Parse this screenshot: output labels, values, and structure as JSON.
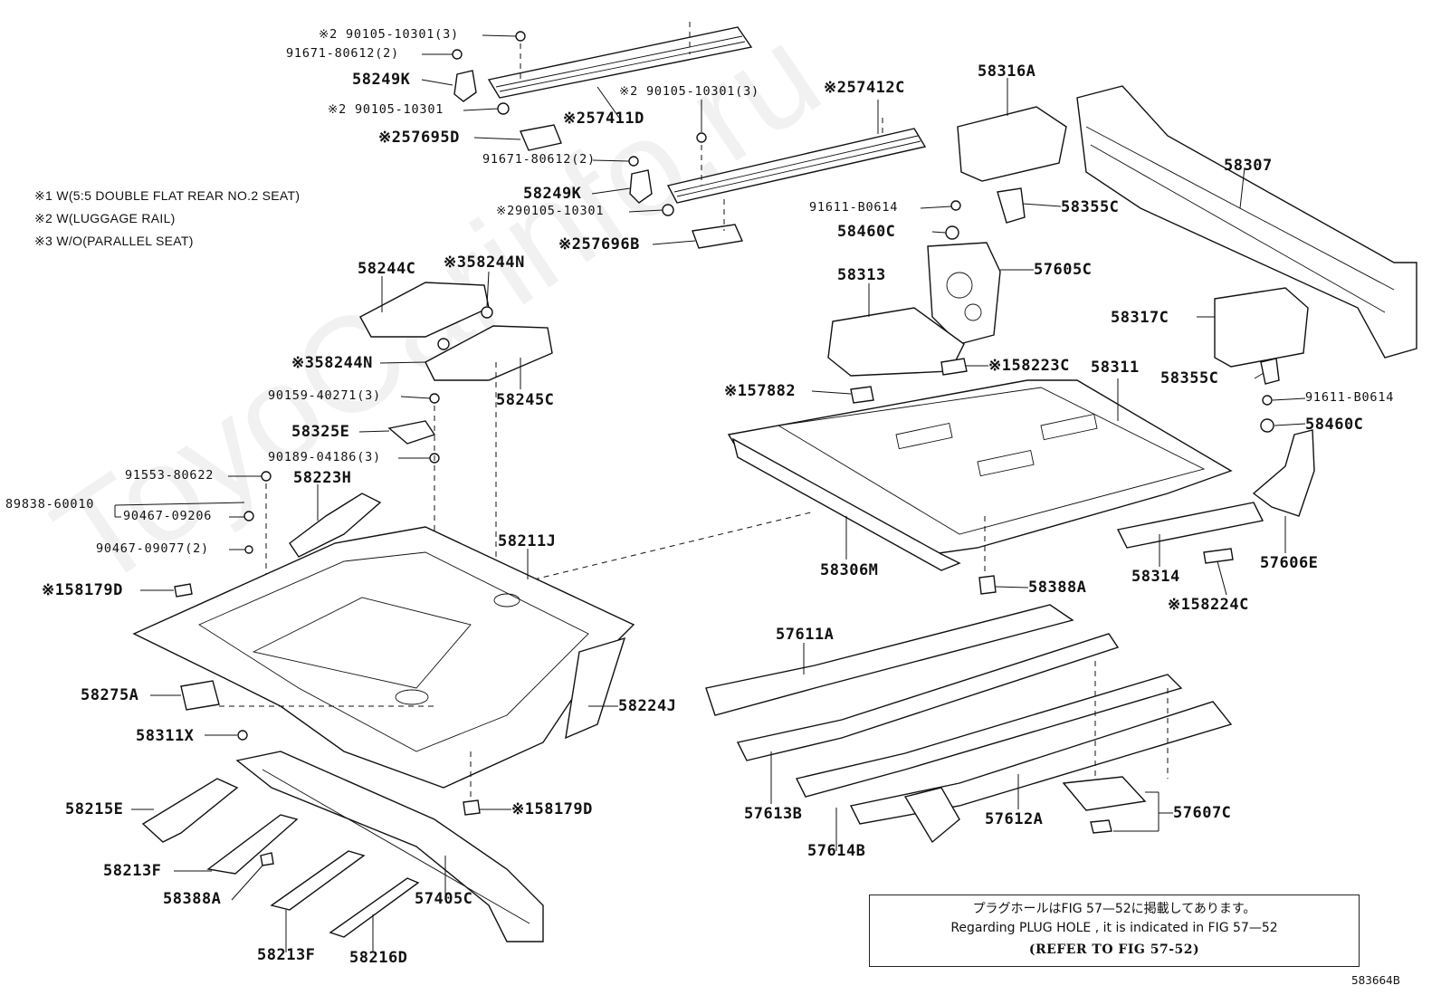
{
  "watermark": "ToyoCarinfo.ru",
  "footnotes": [
    {
      "mark": "※1",
      "text": "W(5:5 DOUBLE FLAT REAR NO.2 SEAT)"
    },
    {
      "mark": "※2",
      "text": "W(LUGGAGE RAIL)"
    },
    {
      "mark": "※3",
      "text": "W/O(PARALLEL SEAT)"
    }
  ],
  "labels": {
    "l01": "※2 90105-10301(3)",
    "l02": "91671-80612(2)",
    "l03": "58249K",
    "l04": "※2 90105-10301",
    "l05": "※257695D",
    "l06": "※257411D",
    "l07": "※2 90105-10301(3)",
    "l08": "※257412C",
    "l09": "91671-80612(2)",
    "l10": "58249K",
    "l11": "※290105-10301",
    "l12": "※257696B",
    "l13": "58316A",
    "l14": "58307",
    "l15": "91611-B0614",
    "l16": "58355C",
    "l17": "58460C",
    "l18": "58313",
    "l19": "57605C",
    "l20": "58317C",
    "l21": "※158223C",
    "l22": "58311",
    "l23": "58355C",
    "l24": "91611-B0614",
    "l25": "※157882",
    "l26": "58460C",
    "l27": "58244C",
    "l28": "※358244N",
    "l29": "※358244N",
    "l30": "58245C",
    "l31": "90159-40271(3)",
    "l32": "58325E",
    "l33": "90189-04186(3)",
    "l34": "91553-80622",
    "l35": "58223H",
    "l36": "89838-60010",
    "l37": "90467-09206",
    "l38": "90467-09077(2)",
    "l39": "58211J",
    "l40": "※158179D",
    "l41": "58306M",
    "l42": "58314",
    "l43": "57606E",
    "l44": "58388A",
    "l45": "※158224C",
    "l46": "57611A",
    "l47": "58275A",
    "l48": "58224J",
    "l49": "58311X",
    "l50": "※158179D",
    "l51": "58215E",
    "l52": "57613B",
    "l53": "57612A",
    "l54": "57607C",
    "l55": "57614B",
    "l56": "58213F",
    "l57": "58388A",
    "l58": "57405C",
    "l59": "58213F",
    "l60": "58216D"
  },
  "note": {
    "line1": "プラグホールはFIG 57—52に掲載してあります。",
    "line2": "Regarding  PLUG  HOLE , it is indicated in  FIG  57—52",
    "line3": "(REFER TO FIG 57-52)"
  },
  "figure_number": "583664B"
}
